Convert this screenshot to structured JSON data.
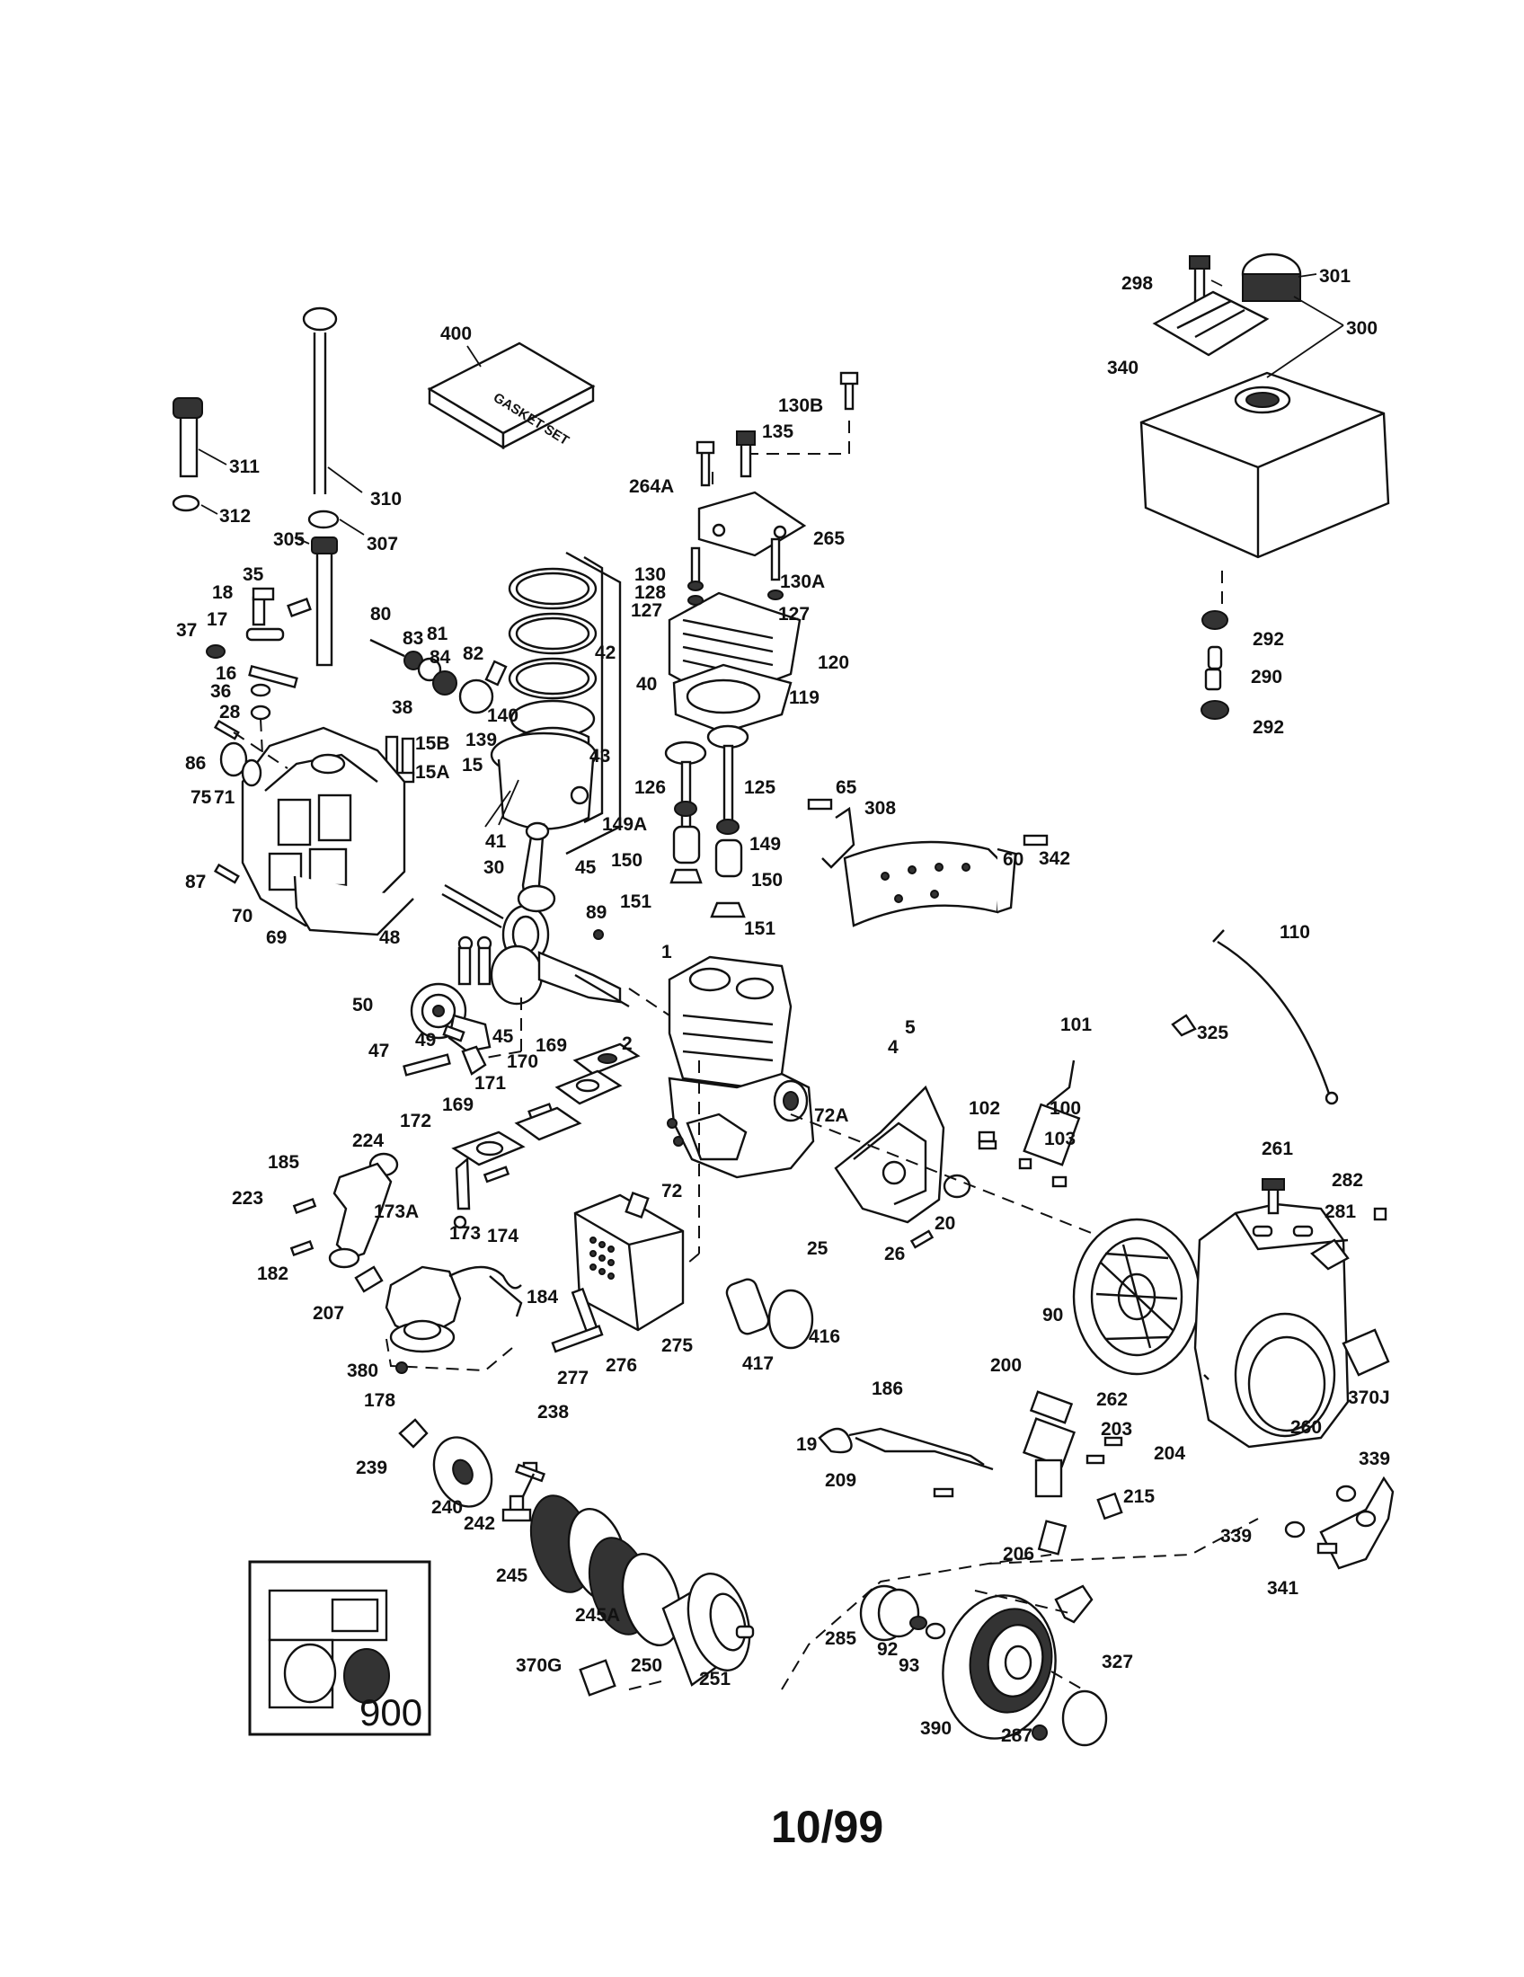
{
  "footer": {
    "date": "10/99"
  },
  "gasket_set": {
    "number": "400",
    "text": "GASKET SET"
  },
  "inset": {
    "label": "900"
  },
  "callouts": [
    "311",
    "312",
    "310",
    "307",
    "305",
    "400",
    "130B",
    "135",
    "264A",
    "265",
    "298",
    "301",
    "300",
    "340",
    "35",
    "18",
    "17",
    "37",
    "16",
    "36",
    "28",
    "80",
    "83",
    "81",
    "84",
    "82",
    "140",
    "139",
    "38",
    "15B",
    "15A",
    "15",
    "42",
    "40",
    "43",
    "41",
    "130",
    "128",
    "127",
    "130A",
    "127",
    "120",
    "119",
    "292",
    "290",
    "292",
    "86",
    "75",
    "71",
    "87",
    "70",
    "69",
    "30",
    "45",
    "48",
    "89",
    "50",
    "47",
    "49",
    "45",
    "126",
    "125",
    "149A",
    "149",
    "150",
    "150",
    "151",
    "151",
    "65",
    "308",
    "60",
    "342",
    "110",
    "325",
    "1",
    "2",
    "5",
    "4",
    "169",
    "170",
    "171",
    "169",
    "172",
    "72A",
    "72",
    "101",
    "100",
    "102",
    "103",
    "224",
    "185",
    "223",
    "173A",
    "173",
    "174",
    "182",
    "184",
    "207",
    "380",
    "178",
    "275",
    "276",
    "277",
    "416",
    "417",
    "25",
    "26",
    "20",
    "90",
    "261",
    "282",
    "281",
    "260",
    "370J",
    "186",
    "200",
    "262",
    "203",
    "204",
    "19",
    "209",
    "215",
    "206",
    "238",
    "239",
    "240",
    "242",
    "245",
    "245A",
    "250",
    "251",
    "370G",
    "285",
    "92",
    "93",
    "327",
    "390",
    "287",
    "339",
    "339",
    "341"
  ]
}
